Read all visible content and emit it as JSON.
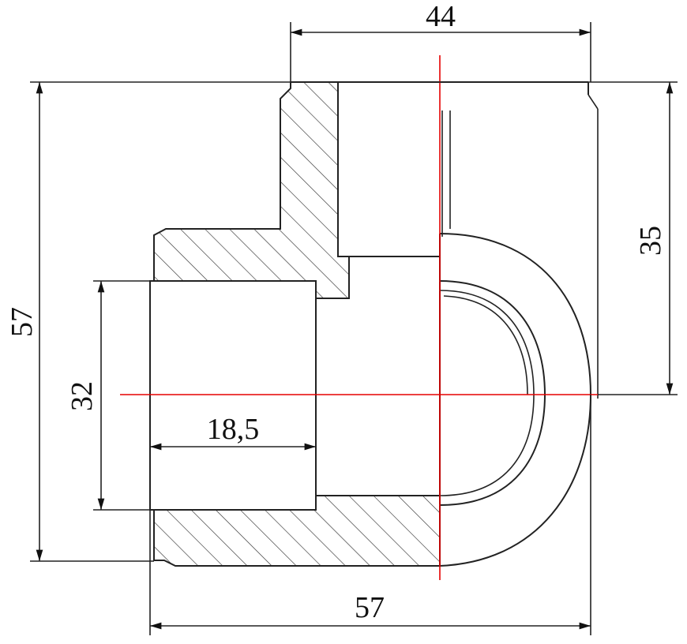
{
  "dimensions": {
    "top_width": "44",
    "overall_height": "57",
    "socket_depth": "35",
    "bore_diameter": "32",
    "bore_depth": "18,5",
    "overall_width": "57"
  },
  "colors": {
    "line": "#222222",
    "center_axis": "#e60000",
    "background": "#ffffff"
  }
}
